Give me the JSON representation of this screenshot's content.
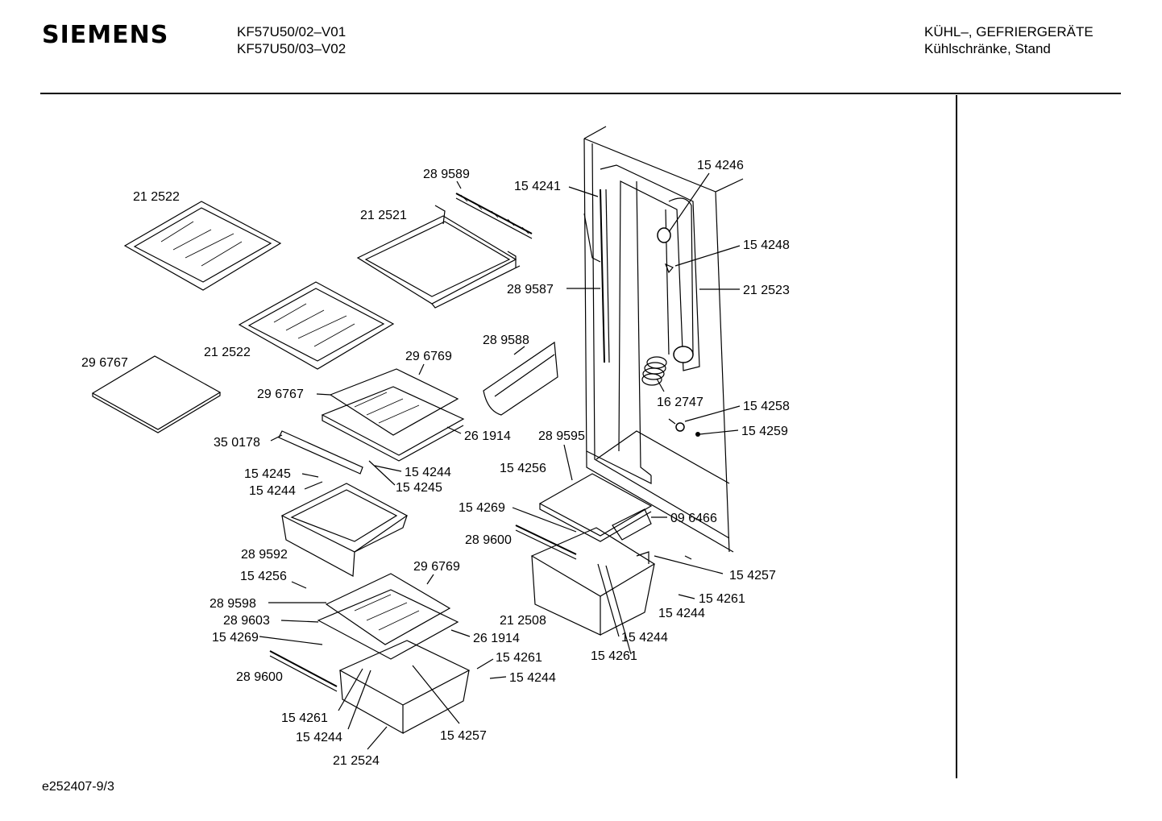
{
  "header": {
    "brand": "SIEMENS",
    "model_line_1": "KF57U50/02–V01",
    "model_line_2": "KF57U50/03–V02",
    "category_line_1": "KÜHL–, GEFRIERGERÄTE",
    "category_line_2": "Kühlschränke, Stand"
  },
  "footer": {
    "code": "e252407-9/3"
  },
  "labels": [
    "21 2522",
    "28 9589",
    "15 4241",
    "15 4246",
    "21 2521",
    "15 4248",
    "28 9587",
    "21 2523",
    "21 2522",
    "28 9588",
    "29 6767",
    "29 6769",
    "29 6767",
    "16 2747",
    "15 4258",
    "15 4259",
    "26 1914",
    "28 9595",
    "35 0178",
    "15 4256",
    "15 4244",
    "15 4245",
    "15 4245",
    "15 4244",
    "15 4269",
    "09 6466",
    "28 9600",
    "28 9592",
    "15 4257",
    "29 6769",
    "15 4256",
    "15 4261",
    "28 9598",
    "15 4244",
    "28 9603",
    "21 2508",
    "15 4244",
    "15 4269",
    "26 1914",
    "15 4261",
    "15 4261",
    "15 4244",
    "28 9600",
    "15 4261",
    "15 4257",
    "15 4244",
    "21 2524"
  ]
}
